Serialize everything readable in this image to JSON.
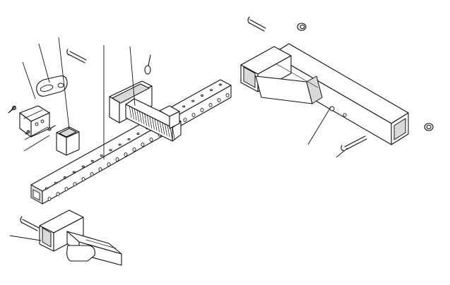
{
  "diagram": {
    "kind": "exploded-assembly-line-drawing",
    "line_color": "#111111",
    "background": "#ffffff",
    "parts": [
      {
        "name": "main-hitch-bar",
        "icon": "perforated-square-tube"
      },
      {
        "name": "step-tray",
        "icon": "ribbed-platform"
      },
      {
        "name": "sleeve-bracket",
        "icon": "square-sleeve"
      },
      {
        "name": "clamp-bracket",
        "icon": "bracket-with-bolts"
      },
      {
        "name": "clevis",
        "icon": "slotted-clamp"
      },
      {
        "name": "receiver-housing",
        "icon": "square-receiver-tube"
      },
      {
        "name": "receiver-adapter",
        "icon": "short-receiver"
      },
      {
        "name": "hitch-pins",
        "icon": "pin"
      },
      {
        "name": "spring-clips",
        "icon": "clip"
      }
    ]
  }
}
